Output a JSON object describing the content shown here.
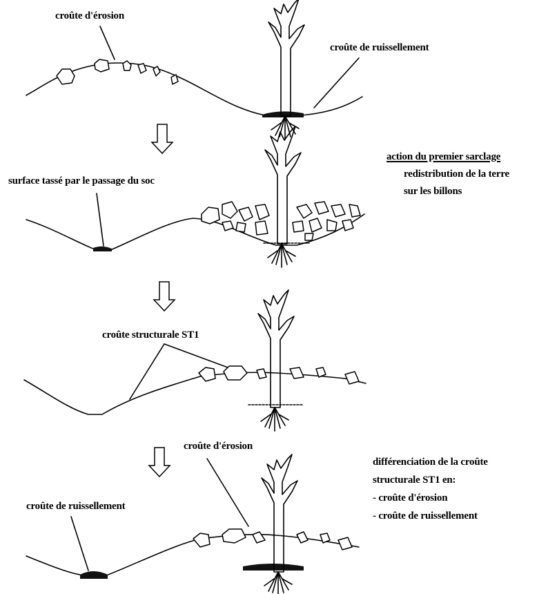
{
  "panel1": {
    "erosion_label": "croûte d'érosion",
    "runoff_label": "croûte de ruissellement"
  },
  "panel2": {
    "soc_label": "surface tassé par le passage du soc",
    "action_line1": "action du premier sarclage",
    "action_line2": "redistribution de la terre",
    "action_line3": "sur les billons"
  },
  "panel3": {
    "structural_label": "croûte structurale ST1"
  },
  "panel4": {
    "erosion_label": "croûte d'érosion",
    "runoff_label": "croûte de ruissellement",
    "diff_line1": "différenciation de la croûte",
    "diff_line2": "structurale ST1 en:",
    "diff_line3": "- croûte d'érosion",
    "diff_line4": "- croûte de ruissellement"
  },
  "icons": [
    "down-arrow-icon",
    "plant-icon",
    "clod-icon",
    "roots-icon"
  ],
  "colors": {
    "ink": "#000000",
    "background": "#ffffff"
  }
}
